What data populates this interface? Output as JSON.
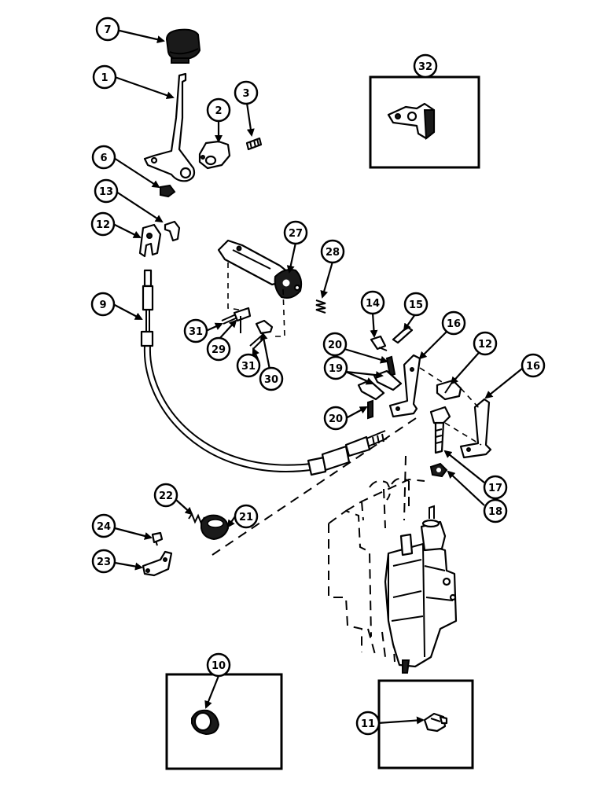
{
  "callouts": {
    "c1": "1",
    "c2": "2",
    "c3": "3",
    "c6": "6",
    "c7": "7",
    "c9": "9",
    "c10": "10",
    "c11": "11",
    "c12a": "12",
    "c12b": "12",
    "c13": "13",
    "c14": "14",
    "c15": "15",
    "c16a": "16",
    "c16b": "16",
    "c17": "17",
    "c18": "18",
    "c19": "19",
    "c20a": "20",
    "c20b": "20",
    "c21": "21",
    "c22": "22",
    "c23": "23",
    "c24": "24",
    "c27": "27",
    "c28": "28",
    "c29": "29",
    "c30": "30",
    "c31a": "31",
    "c31b": "31",
    "c32": "32"
  }
}
